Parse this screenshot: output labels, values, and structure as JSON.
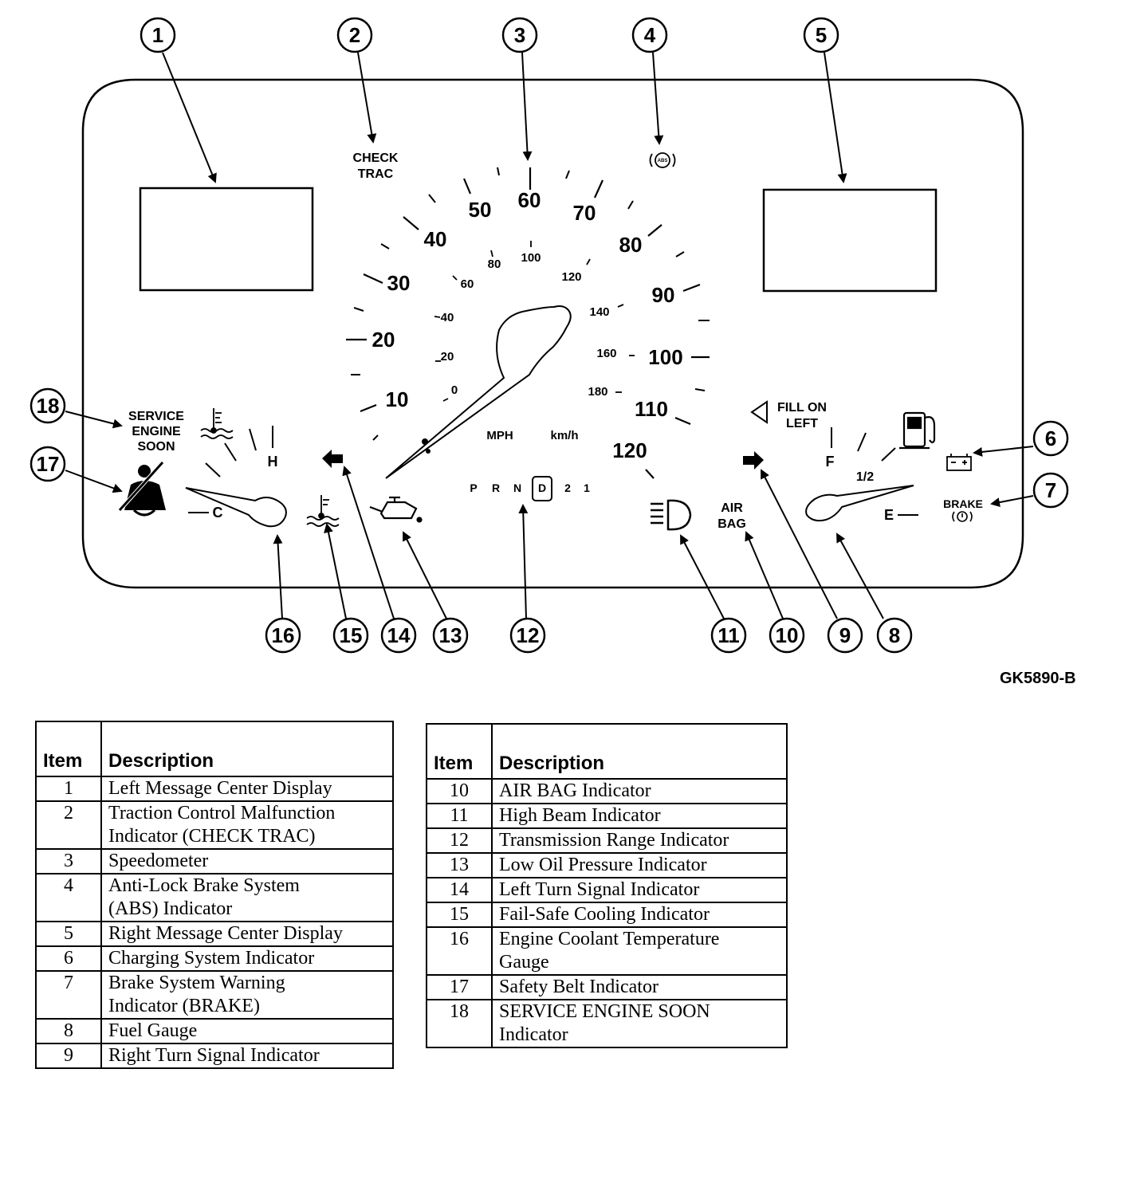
{
  "figure_code": "GK5890-B",
  "cluster": {
    "check_trac": [
      "CHECK",
      "TRAC"
    ],
    "abs_icon": "ABS",
    "service_engine_soon": [
      "SERVICE",
      "ENGINE",
      "SOON"
    ],
    "temp_gauge": {
      "hot": "H",
      "cold": "C"
    },
    "fuel_gauge": {
      "full": "F",
      "half": "1/2",
      "empty": "E"
    },
    "fill_on_left": [
      "FILL ON",
      "LEFT"
    ],
    "brake": "BRAKE",
    "air_bag": [
      "AIR",
      "BAG"
    ],
    "speedometer": {
      "mph_label": "MPH",
      "kmh_label": "km/h",
      "mph_marks": [
        "10",
        "20",
        "30",
        "40",
        "50",
        "60",
        "70",
        "80",
        "90",
        "100",
        "110",
        "120"
      ],
      "kmh_marks": [
        "0",
        "20",
        "40",
        "60",
        "80",
        "100",
        "120",
        "140",
        "160",
        "180"
      ]
    },
    "gear_selector": [
      "P",
      "R",
      "N",
      "D",
      "2",
      "1"
    ],
    "selected_gear": "D"
  },
  "callouts": [
    "1",
    "2",
    "3",
    "4",
    "5",
    "6",
    "7",
    "8",
    "9",
    "10",
    "11",
    "12",
    "13",
    "14",
    "15",
    "16",
    "17",
    "18"
  ],
  "legend": {
    "header_item": "Item",
    "header_description": "Description",
    "left_rows": [
      {
        "item": "1",
        "lines": [
          "Left Message Center Display"
        ]
      },
      {
        "item": "2",
        "lines": [
          "Traction Control Malfunction",
          "Indicator (CHECK TRAC)"
        ]
      },
      {
        "item": "3",
        "lines": [
          "Speedometer"
        ]
      },
      {
        "item": "4",
        "lines": [
          "Anti-Lock Brake System",
          "(ABS) Indicator"
        ]
      },
      {
        "item": "5",
        "lines": [
          "Right Message Center Display"
        ]
      },
      {
        "item": "6",
        "lines": [
          "Charging System Indicator"
        ]
      },
      {
        "item": "7",
        "lines": [
          "Brake System Warning",
          "Indicator (BRAKE)"
        ]
      },
      {
        "item": "8",
        "lines": [
          "Fuel Gauge"
        ]
      },
      {
        "item": "9",
        "lines": [
          "Right Turn Signal Indicator"
        ]
      }
    ],
    "right_rows": [
      {
        "item": "10",
        "lines": [
          "AIR BAG Indicator"
        ]
      },
      {
        "item": "11",
        "lines": [
          "High Beam Indicator"
        ]
      },
      {
        "item": "12",
        "lines": [
          "Transmission Range Indicator"
        ]
      },
      {
        "item": "13",
        "lines": [
          "Low Oil Pressure Indicator"
        ]
      },
      {
        "item": "14",
        "lines": [
          "Left Turn Signal Indicator"
        ]
      },
      {
        "item": "15",
        "lines": [
          "Fail-Safe Cooling Indicator"
        ]
      },
      {
        "item": "16",
        "lines": [
          "Engine Coolant Temperature",
          "Gauge"
        ]
      },
      {
        "item": "17",
        "lines": [
          "Safety Belt Indicator"
        ]
      },
      {
        "item": "18",
        "lines": [
          "SERVICE ENGINE SOON",
          "Indicator"
        ]
      }
    ]
  }
}
